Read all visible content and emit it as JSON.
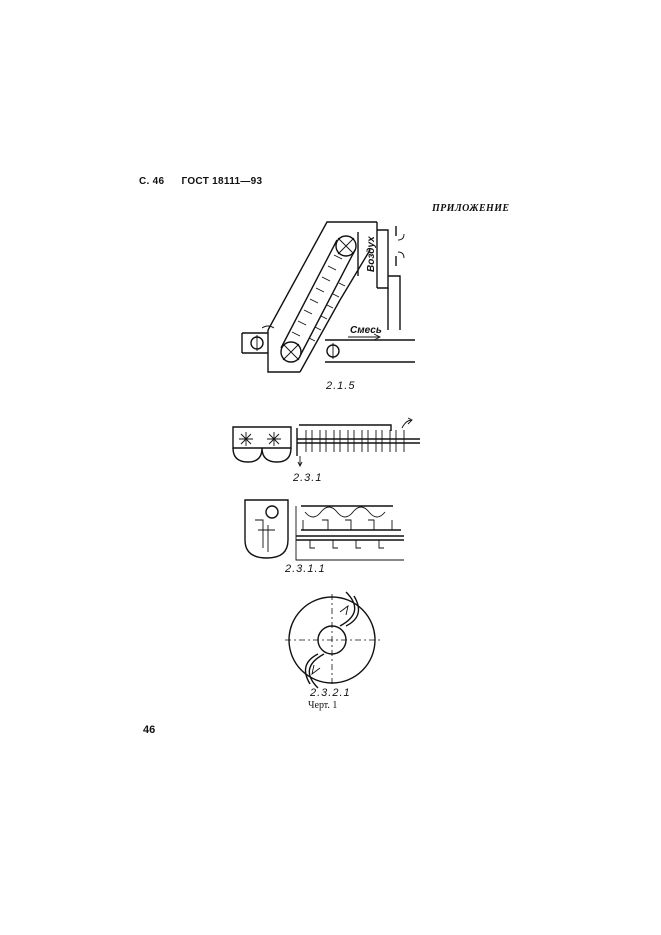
{
  "header": {
    "page": "С. 46",
    "standard": "ГОСТ 18111—93"
  },
  "appendix_title": "ПРИЛОЖЕНИЕ",
  "figures": {
    "fig1": {
      "caption": "2.1.5",
      "label_air": "Воздух",
      "label_mix": "Смесь"
    },
    "fig2": {
      "caption": "2.3.1"
    },
    "fig3": {
      "caption": "2.3.1.1"
    },
    "fig4": {
      "caption": "2.3.2.1"
    }
  },
  "figure_label": "Черт. 1",
  "page_number": "46"
}
